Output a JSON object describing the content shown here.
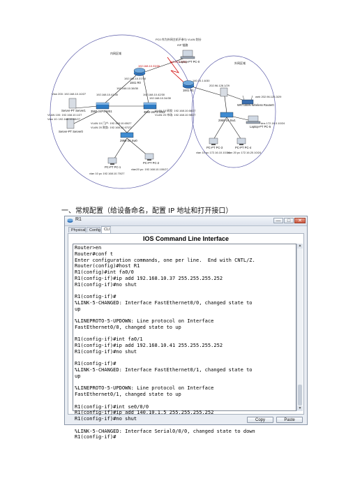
{
  "topology": {
    "labels": {
      "top_note": "PC0 作为外网主机不参与 VLAN 划分",
      "area_left": "内网区域",
      "area_right": "外网区域",
      "isp_link": "ISP 链路",
      "r0_ip_a": "192.168.10.33/30",
      "r0_ip_b": "192.168.10.37/30",
      "r0_ip_c": "140.10.1.5/30",
      "r1_ip_a": "140.10.1.6/30",
      "r1_ip_b": "202.96.128.1/29",
      "ms_left_a": "192.168.10.38/30",
      "ms_left_b": "192.168.10.41/30",
      "ms_right_a": "192.168.10.42/30",
      "ms_right_b": "192.168.10.34/30",
      "server_ip": "Vlan 200: 192.168.10.10/27",
      "vlan_left_1": "VLAN 100: 192.168.10.1/27",
      "vlan_left_2": "Vlan 10: 192.168.10.65/27",
      "vlan_mid_1": "VLAN 10 门户: 192.168.10.65/27",
      "vlan_mid_2": "VLAN 20 财务: 192.168.10.97/27",
      "vlan_right_1": "VLAN 10 研发: 192.168.10.66/27",
      "vlan_right_2": "VLAN 20 市场: 192.168.10.98/27",
      "pc_left_ip": "vlan 10 pc 192.168.10.70/27",
      "pc_mid_ip": "vlan20 pc: 192.168.10.100/27",
      "pc_ext_1": "vlan 10 pc 172.16.10.10/24",
      "pc_ext_2": "vlan 20 pc 172.16.20.10/24",
      "web_ip": "web 202.96.128.3/29",
      "dns_note": "dns 172.16.0.10/24",
      "server_left_caption": "Server-PT Server1",
      "server_left2_caption": "Server-PT Server0",
      "r_left_caption": "1841 R0",
      "r_right_caption": "1841 R1",
      "ms_left_caption": "3560-24PS MS1",
      "ms_right_caption": "3560-24PS MS2",
      "sw_bottom_caption": "2950-24 Sw0",
      "sw_right_caption": "2950-24 Sw1",
      "pc_top_caption": "Laptop-PT PC-0",
      "pc_left_caption": "PC-PT PC-1",
      "pc_mid_caption": "PC-PT PC-2",
      "pc_ext_caption_1": "PC-PT PC-3",
      "pc_ext_caption_2": "PC-PT PC-4",
      "laptop_right_caption": "Laptop-PT PC-5",
      "wireless_caption": "WRT300N Wireless Router0"
    }
  },
  "section": {
    "heading": "一、常规配置（给设备命名，配置 IP 地址和打开接口）"
  },
  "window": {
    "title": "R1",
    "min_label": "—",
    "max_label": "□",
    "close_label": "✕",
    "tabs": {
      "physical": "Physical",
      "config": "Config",
      "cli": "CLI"
    },
    "cli_header": "IOS Command Line Interface",
    "cli_text": "Router>en\nRouter#conf t\nEnter configuration commands, one per line.  End with CNTL/Z.\nRouter(config)#host R1\nR1(config)#int fa0/0\nR1(config-if)#ip add 192.168.10.37 255.255.255.252\nR1(config-if)#no shut\n\nR1(config-if)#\n%LINK-5-CHANGED: Interface FastEthernet0/0, changed state to\nup\n\n%LINEPROTO-5-UPDOWN: Line protocol on Interface\nFastEthernet0/0, changed state to up\n\nR1(config-if)#int fa0/1\nR1(config-if)#ip add 192.168.10.41 255.255.255.252\nR1(config-if)#no shut\n\nR1(config-if)#\n%LINK-5-CHANGED: Interface FastEthernet0/1, changed state to\nup\n\n%LINEPROTO-5-UPDOWN: Line protocol on Interface\nFastEthernet0/1, changed state to up\n\nR1(config-if)#int se0/0/0\nR1(config-if)#ip add 140.10.1.5 255.255.255.252\nR1(config-if)#no shut\n\n%LINK-5-CHANGED: Interface Serial0/0/0, changed state to down\nR1(config-if)#",
    "scroll_up": "▲",
    "scroll_down": "▼",
    "copy_label": "Copy",
    "paste_label": "Paste"
  }
}
